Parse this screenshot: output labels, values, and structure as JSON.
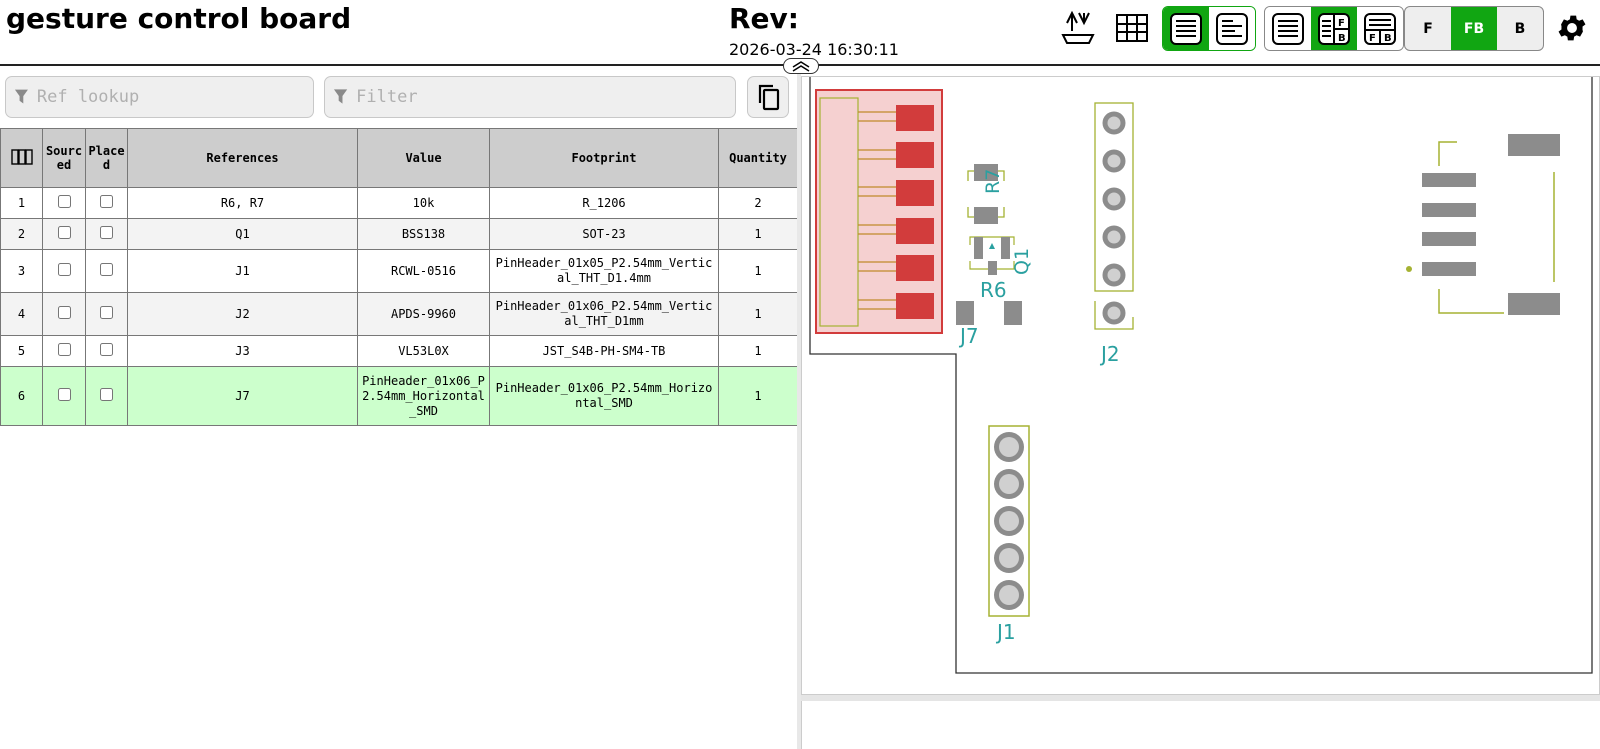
{
  "header": {
    "title": "gesture control board",
    "rev_label": "Rev:",
    "rev_date": "2026-03-24 16:30:11"
  },
  "toolbar": {
    "layer_buttons": [
      "F",
      "FB",
      "B"
    ],
    "active_layer": "FB",
    "accent_color": "#11a612"
  },
  "search": {
    "ref_placeholder": "Ref lookup",
    "filter_placeholder": "Filter"
  },
  "table": {
    "headers": {
      "sourced": "Sourced",
      "placed": "Placed",
      "references": "References",
      "value": "Value",
      "footprint": "Footprint",
      "quantity": "Quantity"
    },
    "rows": [
      {
        "num": "1",
        "refs": "R6, R7",
        "value": "10k",
        "footprint": "R_1206",
        "qty": "2"
      },
      {
        "num": "2",
        "refs": "Q1",
        "value": "BSS138",
        "footprint": "SOT-23",
        "qty": "1"
      },
      {
        "num": "3",
        "refs": "J1",
        "value": "RCWL-0516",
        "footprint": "PinHeader_01x05_P2.54mm_Vertical_THT_D1.4mm",
        "qty": "1"
      },
      {
        "num": "4",
        "refs": "J2",
        "value": "APDS-9960",
        "footprint": "PinHeader_01x06_P2.54mm_Vertical_THT_D1mm",
        "qty": "1"
      },
      {
        "num": "5",
        "refs": "J3",
        "value": "VL53L0X",
        "footprint": "JST_S4B-PH-SM4-TB",
        "qty": "1"
      },
      {
        "num": "6",
        "refs": "J7",
        "value": "PinHeader_01x06_P2.54mm_Horizontal_SMD",
        "footprint": "PinHeader_01x06_P2.54mm_Horizontal_SMD",
        "qty": "1"
      }
    ]
  },
  "pcb": {
    "labels": {
      "r7": "R7",
      "q1": "Q1",
      "r6": "R6",
      "j7": "J7",
      "j2": "J2",
      "j1": "J1"
    },
    "colors": {
      "pad_front": "#d23c3c",
      "pad_th": "#8c8c8c",
      "silk": "#a5b232",
      "ref_text": "#2aa0a0",
      "highlight": "#f5d0d0"
    }
  }
}
